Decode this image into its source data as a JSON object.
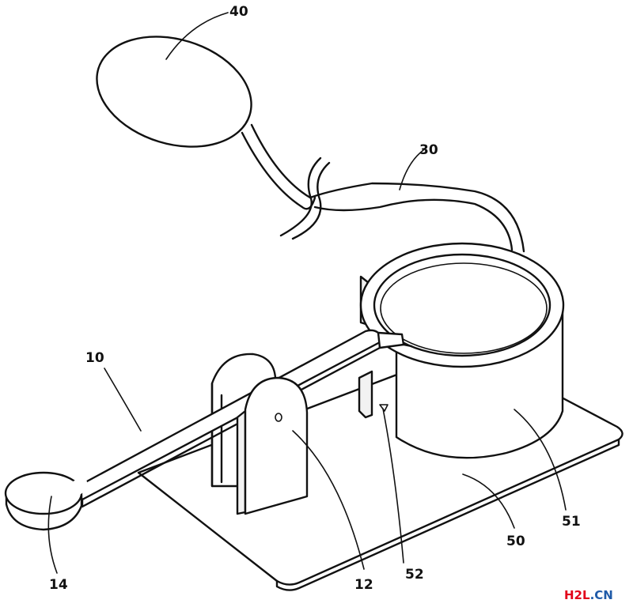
{
  "labels": {
    "l40": "40",
    "l30": "30",
    "l10": "10",
    "l14": "14",
    "l12": "12",
    "l52": "52",
    "l50": "50",
    "l51": "51"
  },
  "watermark": {
    "part1": "H2L",
    "part2": ".CN",
    "color1": "#e2001a",
    "color2": "#1e5aa8"
  }
}
